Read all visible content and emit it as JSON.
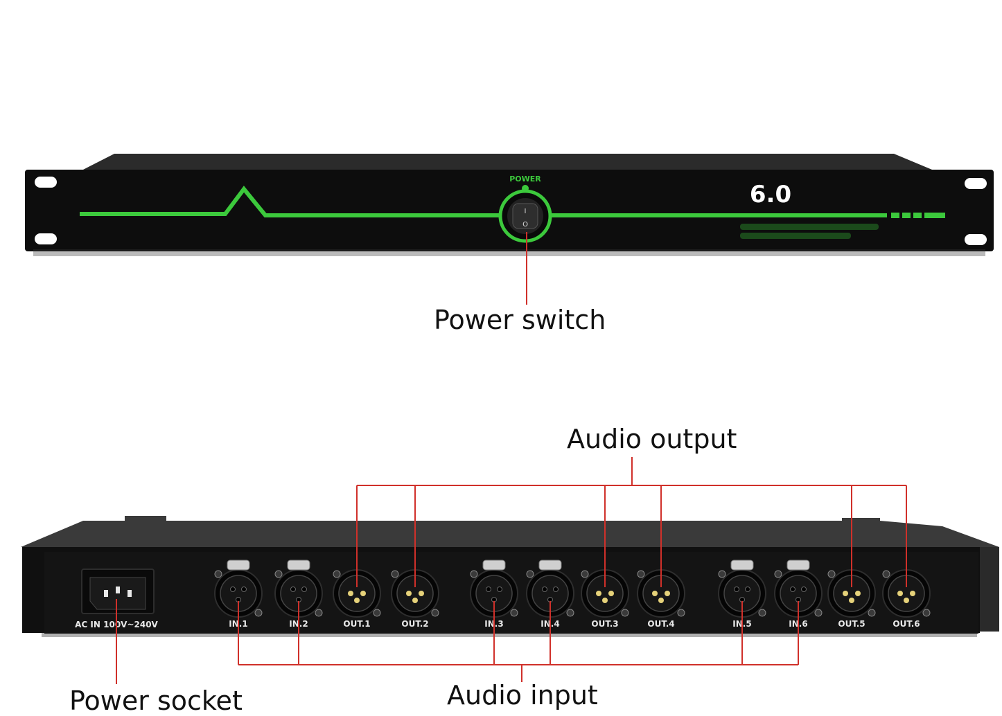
{
  "front_panel": {
    "power_label": "POWER",
    "model_badge": "6.0",
    "switch_on_glyph": "I",
    "switch_off_glyph": "O"
  },
  "rear_panel": {
    "ac_label": "AC IN 100V~240V",
    "jacks": [
      {
        "label": "IN.1",
        "type": "female"
      },
      {
        "label": "IN.2",
        "type": "female"
      },
      {
        "label": "OUT.1",
        "type": "male"
      },
      {
        "label": "OUT.2",
        "type": "male"
      },
      {
        "label": "IN.3",
        "type": "female"
      },
      {
        "label": "IN.4",
        "type": "female"
      },
      {
        "label": "OUT.3",
        "type": "male"
      },
      {
        "label": "OUT.4",
        "type": "male"
      },
      {
        "label": "IN.5",
        "type": "female"
      },
      {
        "label": "IN.6",
        "type": "female"
      },
      {
        "label": "OUT.5",
        "type": "male"
      },
      {
        "label": "OUT.6",
        "type": "male"
      }
    ]
  },
  "callouts": {
    "power_switch": "Power switch",
    "audio_output": "Audio output",
    "audio_input": "Audio input",
    "power_socket": "Power socket"
  },
  "colors": {
    "chassis": "#111111",
    "accent_green": "#3cc93c",
    "leader_red": "#d0302a"
  }
}
